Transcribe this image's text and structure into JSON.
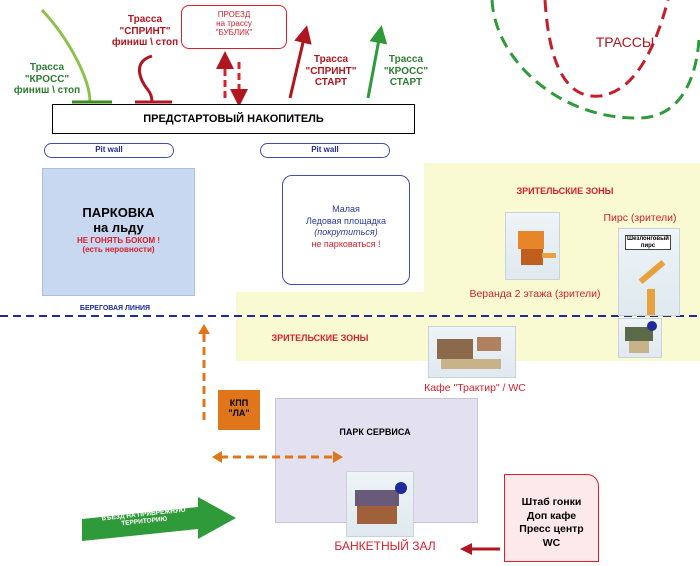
{
  "legend": {
    "title": "ТРАССЫ"
  },
  "tracks": {
    "cross_finish": {
      "l1": "Трасса",
      "l2": "\"КРОСС\"",
      "l3": "финиш \\ стоп"
    },
    "sprint_finish": {
      "l1": "Трасса",
      "l2": "\"СПРИНТ\"",
      "l3": "финиш \\ стоп"
    },
    "bublik": {
      "l1": "ПРОЕЗД",
      "l2": "на трассу",
      "l3": "\"БУБЛИК\""
    },
    "sprint_start": {
      "l1": "Трасса",
      "l2": "\"СПРИНТ\"",
      "l3": "СТАРТ"
    },
    "cross_start": {
      "l1": "Трасса",
      "l2": "\"КРОСС\"",
      "l3": "СТАРТ"
    }
  },
  "staging": {
    "label": "ПРЕДСТАРТОВЫЙ НАКОПИТЕЛЬ"
  },
  "pitwalls": [
    "Pit wall",
    "Pit wall"
  ],
  "parking": {
    "l1": "ПАРКОВКА",
    "l2": "на льду",
    "l3": "НЕ ГОНЯТЬ БОКОМ !",
    "l4": "(есть неровности)"
  },
  "small_rink": {
    "l1": "Малая",
    "l2": "Ледовая площадка",
    "l3": "(покрутиться)",
    "l4": "не парковаться !"
  },
  "spectator_top": {
    "label": "ЗРИТЕЛЬСКИЕ ЗОНЫ"
  },
  "spectator_bottom": {
    "label": "ЗРИТЕЛЬСКИЕ ЗОНЫ"
  },
  "pier": {
    "label": "Пирс (зрители)",
    "sign": "Шезлонговый пирс"
  },
  "veranda": {
    "label": "Веранда 2 этажа (зрители)"
  },
  "shoreline": {
    "label": "БЕРЕГОВАЯ ЛИНИЯ"
  },
  "cafe": {
    "label": "Кафе \"Трактир\" / WC"
  },
  "checkpoint": {
    "l1": "КПП",
    "l2": "\"ЛА\""
  },
  "service_park": {
    "label": "ПАРК СЕРВИСА"
  },
  "hq": {
    "l1": "Штаб гонки",
    "l2": "Доп кафе",
    "l3": "Пресс центр",
    "l4": "WC"
  },
  "banquet": {
    "label": "БАНКЕТНЫЙ ЗАЛ"
  },
  "entry": {
    "l1": "ВЪЕЗД НА ПРИБРЕЖНУЮ",
    "l2": "ТЕРРИТОРИЮ"
  },
  "colors": {
    "cross": "#6fb52c",
    "sprint": "#b0161f",
    "spectator": "#fafad2",
    "shore": "#1d2c99",
    "orange": "#e0761c",
    "parking": "#c7d8f0",
    "service": "#e3e0f0"
  }
}
